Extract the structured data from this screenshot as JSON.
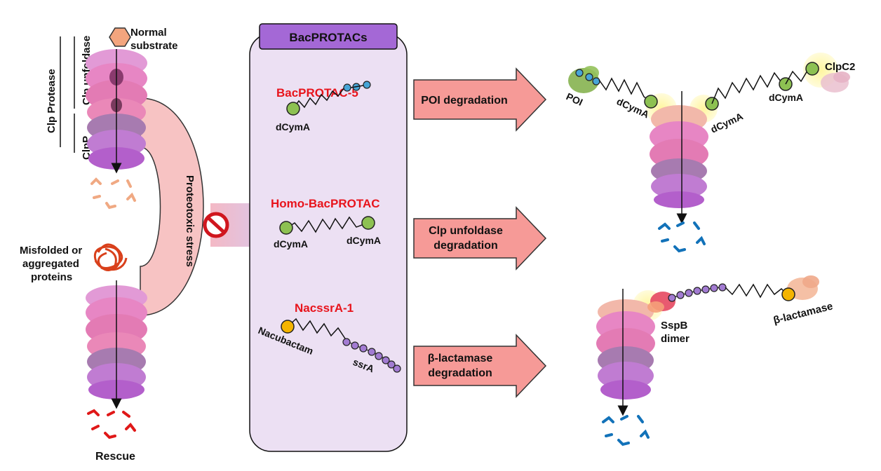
{
  "header": {
    "title": "BacPROTACs"
  },
  "legend": {
    "normal_line1": "Normal",
    "normal_line2": "substrate"
  },
  "left": {
    "clp_protease": "Clp Protease",
    "clp_unfoldase": "Clp unfoldase",
    "clpp": "ClpP",
    "proteotoxic": "Proteotoxic stress",
    "misfolded_line1": "Misfolded or",
    "misfolded_line2": "aggregated",
    "misfolded_line3": "proteins",
    "rescue": "Rescue"
  },
  "compounds": {
    "bacprotac5": {
      "name": "BacPROTAC-5",
      "warhead": "dCymA"
    },
    "homo": {
      "name": "Homo-BacPROTAC",
      "warhead_left": "dCymA",
      "warhead_right": "dCymA"
    },
    "nacssra": {
      "name": "NacssrA-1",
      "warhead": "Nacubactam",
      "tag": "ssrA"
    }
  },
  "arrows": {
    "poi": "POI degradation",
    "clp_line1": "Clp unfoldase",
    "clp_line2": "degradation",
    "bla_line1": "β-lactamase",
    "bla_line2": "degradation"
  },
  "right_top": {
    "poi": "POI",
    "dcyma_1": "dCymA",
    "dcyma_2": "dCymA",
    "dcyma_3": "dCymA",
    "clpc2": "ClpC2"
  },
  "right_bottom": {
    "sspb_line1": "SspB",
    "sspb_line2": "dimer",
    "blactamase": "β-lactamase"
  },
  "colors": {
    "arrow_fill": "#f69a97",
    "panel_fill": "#ece0f3",
    "title_fill": "#a468d6",
    "green_bead": "#8dc152",
    "blue_bead": "#47a5d7",
    "purple_bead": "#a27bd2",
    "gold_bead": "#f4b400",
    "red_label": "#e8141c"
  }
}
